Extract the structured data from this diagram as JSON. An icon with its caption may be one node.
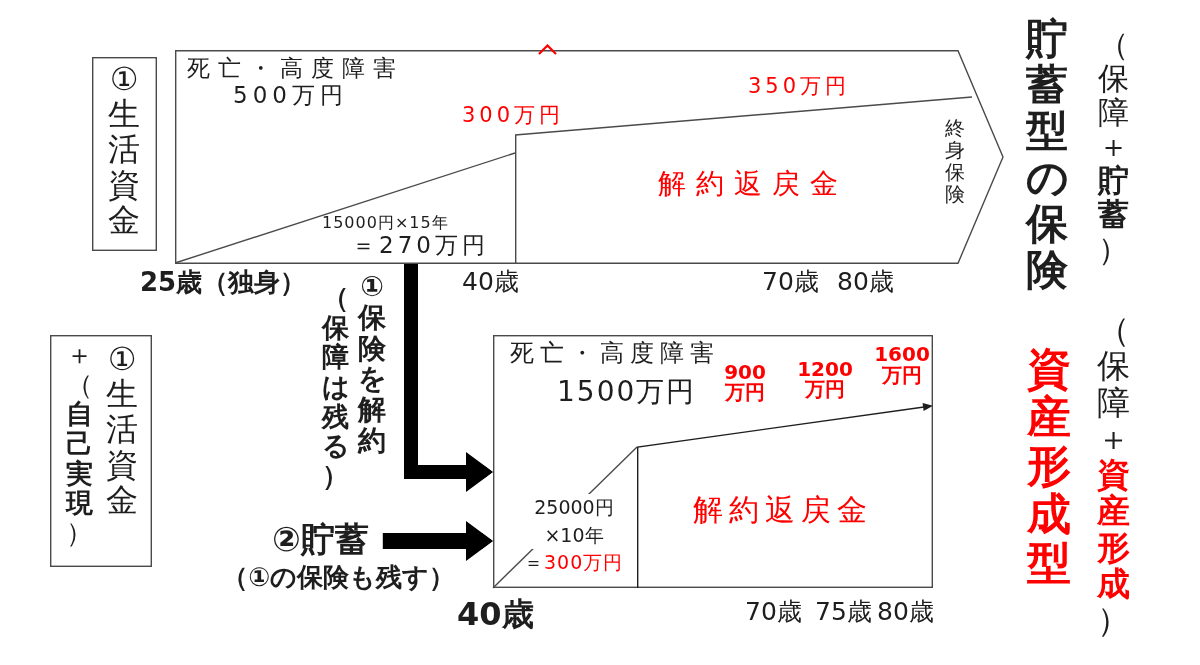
{
  "diagram": {
    "nodes": [
      {
        "text": [
          "①生活資金"
        ]
      },
      {
        "text": [
          "死亡・高度障害",
          "500万円",
          "300万円",
          "350万円",
          "15000円×15年",
          "＝270万円",
          "終身保険"
        ]
      },
      {
        "text": [
          "解約返戻金"
        ],
        "in": 1
      },
      {
        "text": [
          "＋（**自己実現**）",
          "①生活資金"
        ]
      },
      {
        "text": [
          "②貯蓄"
        ],
        "beside": [
          "（①の保険も残す）"
        ]
      },
      {
        "text": [
          "死亡・高度障害",
          "1500万円",
          "900万円",
          "1200万円",
          "1600万円",
          "25000円×10年",
          "＝300万円"
        ]
      },
      {
        "text": [
          "解約返戻金"
        ],
        "in": 5
      }
    ],
    "edges": [
      {
        "from": 1,
        "to": 5,
        "arrow": "to",
        "label": "①保険を解約"
      },
      {
        "from": 4,
        "to": 5,
        "arrow": "to"
      }
    ],
    "labels": [
      "貯蓄型の保険",
      "（保障＋**貯蓄**）",
      "25歳（独身）",
      "40歳",
      "70歳",
      "80歳",
      "（保障は残る）",
      "資産形成型",
      "（保障＋**資産形成**）",
      "40歳",
      "70歳",
      "75歳",
      "80歳"
    ]
  }
}
